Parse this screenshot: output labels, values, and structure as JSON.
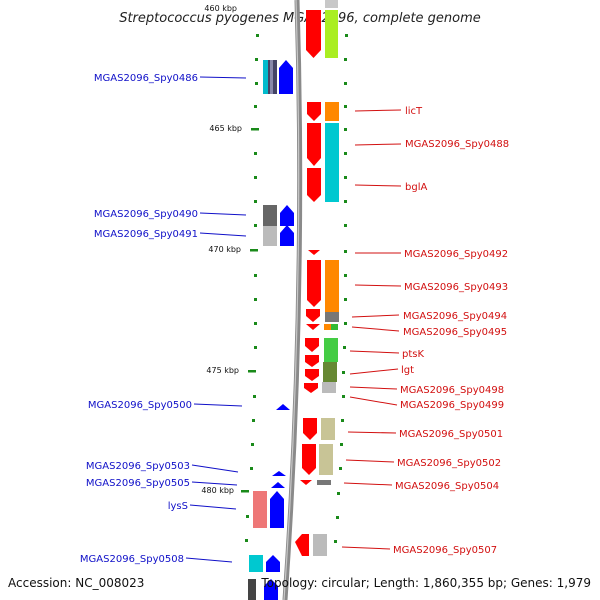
{
  "title": "Streptococcus pyogenes MGAS2096, complete genome",
  "footer": {
    "accession": "Accession: NC_008023",
    "topology": "Topology: circular; Length: 1,860,355 bp; Genes: 1,979"
  },
  "colors": {
    "backbone": "#8a8a8a",
    "forward_gene": "#0000ff",
    "reverse_gene": "#ff0000",
    "label_left": "#1010c8",
    "label_right": "#d21010",
    "tick": "#1a8a1a"
  },
  "ticks": [
    "460 kbp",
    "465 kbp",
    "470 kbp",
    "475 kbp",
    "480 kbp"
  ],
  "left_labels": [
    "MGAS2096_Spy0486",
    "MGAS2096_Spy0490",
    "MGAS2096_Spy0491",
    "MGAS2096_Spy0500",
    "MGAS2096_Spy0503",
    "MGAS2096_Spy0505",
    "lysS",
    "MGAS2096_Spy0508"
  ],
  "right_labels": [
    "licT",
    "MGAS2096_Spy0488",
    "bglA",
    "MGAS2096_Spy0492",
    "MGAS2096_Spy0493",
    "MGAS2096_Spy0494",
    "MGAS2096_Spy0495",
    "ptsK",
    "lgt",
    "MGAS2096_Spy0498",
    "MGAS2096_Spy0499",
    "MGAS2096_Spy0501",
    "MGAS2096_Spy0502",
    "MGAS2096_Spy0504",
    "MGAS2096_Spy0507"
  ]
}
